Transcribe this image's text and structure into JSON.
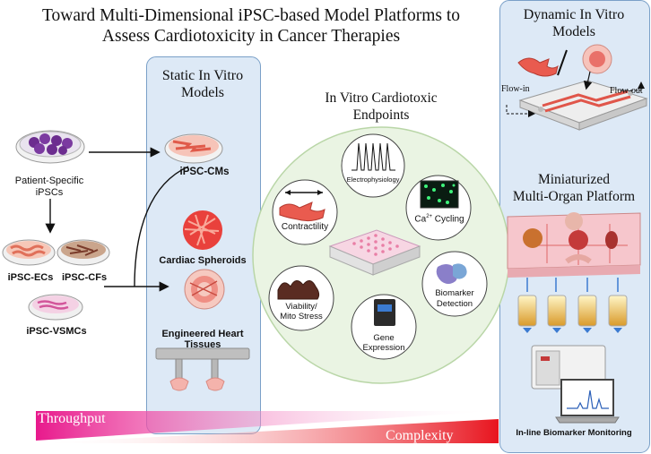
{
  "title": {
    "line1": "Toward Multi-Dimensional iPSC-based Model Platforms to",
    "line2": "Assess Cardiotoxicity in Cancer Therapies"
  },
  "left": {
    "patient_line1": "Patient-Specific",
    "patient_line2": "iPSCs",
    "ecs": "iPSC-ECs",
    "cfs": "iPSC-CFs",
    "vsmcs": "iPSC-VSMCs"
  },
  "static": {
    "title_line1": "Static In Vitro",
    "title_line2": "Models",
    "cms": "iPSC-CMs",
    "spheroids": "Cardiac Spheroids",
    "ehts": "Engineered Heart Tissues"
  },
  "endpoints": {
    "title_line1": "In Vitro Cardiotoxic",
    "title_line2": "Endpoints",
    "electrophysiology": "Electrophysiology",
    "contractility": "Contractility",
    "ca_prefix": "Ca",
    "ca_sup": "2+",
    "ca_suffix": " Cycling",
    "viability_line1": "Viability/",
    "viability_line2": "Mito Stress",
    "biomarker_line1": "Biomarker",
    "biomarker_line2": "Detection",
    "gene_line1": "Gene",
    "gene_line2": "Expression"
  },
  "dynamic": {
    "title_line1": "Dynamic In Vitro",
    "title_line2": "Models",
    "flow_in": "Flow-in",
    "flow_out": "Flow-out",
    "mo_line1": "Miniaturized",
    "mo_line2": "Multi-Organ Platform",
    "monitoring": "In-line Biomarker Monitoring"
  },
  "bottom": {
    "throughput": "Throughput",
    "complexity": "Complexity"
  },
  "colors": {
    "panel": "#dde9f6",
    "circle": "#eaf4e3",
    "magenta": "#e8198c",
    "red": "#e8141e",
    "cell": "#e26058"
  }
}
